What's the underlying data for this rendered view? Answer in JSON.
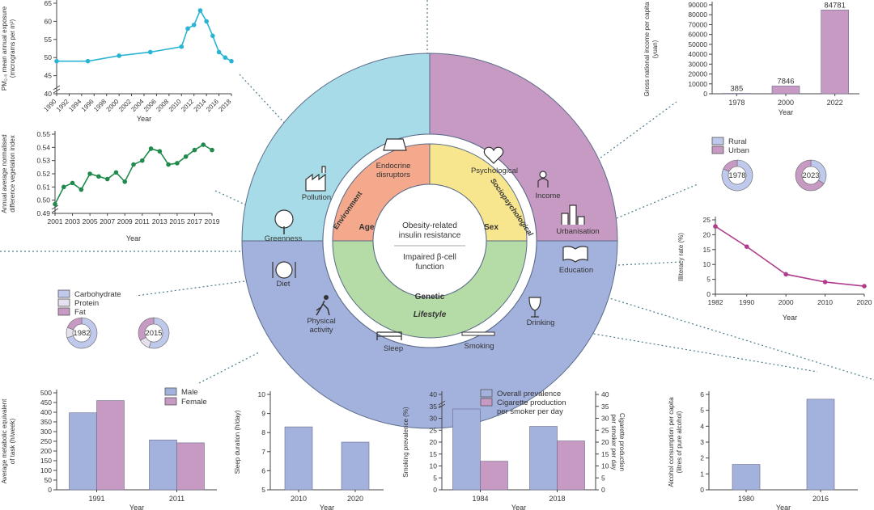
{
  "wheel": {
    "center_line1": "Obesity-related",
    "center_line2": "insulin resistance",
    "center_line3": "Impaired β-cell",
    "center_line4": "function",
    "inner": {
      "age": "Age",
      "sex": "Sex",
      "genetic": "Genetic"
    },
    "outer": {
      "environment": "Environment",
      "sociopsychological": "Sociopsychological",
      "lifestyle": "Lifestyle"
    },
    "items": {
      "endocrine1": "Endocrine",
      "endocrine2": "disruptors",
      "pollution": "Pollution",
      "greenness": "Greenness",
      "psychological": "Psychological",
      "income": "Income",
      "urbanisation": "Urbanisation",
      "education": "Education",
      "diet": "Diet",
      "physical1": "Physical",
      "physical2": "activity",
      "sleep": "Sleep",
      "smoking": "Smoking",
      "drinking": "Drinking"
    },
    "colors": {
      "environment": "#a8dbe8",
      "sociopsychological": "#c79ac4",
      "lifestyle": "#a3b1dd",
      "age": "#f4a98c",
      "sex": "#f8e68e",
      "genetic": "#b5dca6"
    }
  },
  "chart_data": [
    {
      "id": "pm25",
      "type": "line",
      "ylabel": "PM₂.₅ mean annual exposure",
      "ylabel2": "(micrograms per m³)",
      "xlabel": "Year",
      "x": [
        1990,
        1995,
        2000,
        2005,
        2010,
        2011,
        2012,
        2013,
        2014,
        2015,
        2016,
        2017,
        2018
      ],
      "y": [
        49,
        49,
        50.5,
        51.5,
        53,
        58,
        59,
        63,
        60,
        56,
        51.5,
        50,
        49
      ],
      "ylim": [
        40,
        65
      ],
      "yticks": [
        "40",
        "45",
        "50",
        "55",
        "60",
        "65"
      ],
      "color": "#2ab4d4"
    },
    {
      "id": "ndvi",
      "type": "line",
      "ylabel": "Annual average normalised",
      "ylabel2": "difference vegetation index",
      "xlabel": "Year",
      "x": [
        2001,
        2002,
        2003,
        2004,
        2005,
        2006,
        2007,
        2008,
        2009,
        2010,
        2011,
        2012,
        2013,
        2014,
        2015,
        2016,
        2017,
        2018,
        2019
      ],
      "y": [
        0.497,
        0.51,
        0.513,
        0.508,
        0.52,
        0.518,
        0.516,
        0.521,
        0.514,
        0.527,
        0.53,
        0.539,
        0.537,
        0.527,
        0.528,
        0.533,
        0.538,
        0.542,
        0.538
      ],
      "ylim": [
        0.49,
        0.55
      ],
      "yticks": [
        "0.49",
        "0.50",
        "0.51",
        "0.52",
        "0.53",
        "0.54",
        "0.55"
      ],
      "color": "#1f8a4c"
    },
    {
      "id": "income",
      "type": "bar",
      "ylabel": "Gross national income per capita",
      "ylabel2": "(yuan)",
      "xlabel": "Year",
      "categories": [
        "1978",
        "2000",
        "2022"
      ],
      "values": [
        385,
        7846,
        84781
      ],
      "value_labels": [
        "385",
        "7846",
        "84781"
      ],
      "ylim": [
        0,
        90000
      ],
      "yticks": [
        "0",
        "10000",
        "20000",
        "30000",
        "40000",
        "50000",
        "60000",
        "70000",
        "80000",
        "90000"
      ],
      "color": "#c79ac4"
    },
    {
      "id": "urban",
      "type": "pie",
      "legend": [
        "Rural",
        "Urban"
      ],
      "charts": [
        {
          "label": "1978",
          "values": [
            82,
            18
          ]
        },
        {
          "label": "2023",
          "values": [
            34,
            66
          ]
        }
      ],
      "colors": [
        "#bfc9ec",
        "#c79ac4"
      ]
    },
    {
      "id": "illiteracy",
      "type": "line",
      "ylabel": "Illiteracy rate (%)",
      "xlabel": "Year",
      "x": [
        1982,
        1990,
        2000,
        2010,
        2020
      ],
      "y": [
        22.8,
        16,
        6.7,
        4.1,
        2.7
      ],
      "ylim": [
        0,
        25
      ],
      "yticks": [
        "0",
        "5",
        "10",
        "15",
        "20",
        "25"
      ],
      "xticks": [
        "1982",
        "1990",
        "2000",
        "2010",
        "2020"
      ],
      "color": "#b03d8c"
    },
    {
      "id": "diet",
      "type": "pie",
      "legend": [
        "Carbohydrate",
        "Protein",
        "Fat"
      ],
      "charts": [
        {
          "label": "1982",
          "values": [
            70,
            11,
            19
          ]
        },
        {
          "label": "2015",
          "values": [
            55,
            12,
            33
          ]
        }
      ],
      "colors": [
        "#bfc9ec",
        "#e6e0ef",
        "#c79ac4"
      ]
    },
    {
      "id": "met",
      "type": "bar",
      "ylabel": "Average metabolic equivalent",
      "ylabel2": "of task (h/week)",
      "xlabel": "Year",
      "categories": [
        "1991",
        "2011"
      ],
      "series": [
        {
          "name": "Male",
          "values": [
            397,
            257
          ]
        },
        {
          "name": "Female",
          "values": [
            460,
            242
          ]
        }
      ],
      "ylim": [
        0,
        500
      ],
      "yticks": [
        "0",
        "50",
        "100",
        "150",
        "200",
        "250",
        "300",
        "350",
        "400",
        "450",
        "500"
      ],
      "colors": [
        "#a3b1dd",
        "#c79ac4"
      ]
    },
    {
      "id": "sleep",
      "type": "bar",
      "ylabel": "Sleep duration (h/day)",
      "xlabel": "Year",
      "categories": [
        "2010",
        "2020"
      ],
      "values": [
        8.3,
        7.5
      ],
      "ylim": [
        5,
        10
      ],
      "yticks": [
        "5",
        "6",
        "7",
        "8",
        "9",
        "10"
      ],
      "color": "#a3b1dd"
    },
    {
      "id": "smoking",
      "type": "bar",
      "ylabel": "Smoking prevalence (%)",
      "ylabel_right": "Cigarette production",
      "ylabel_right2": "per smoker per day",
      "xlabel": "Year",
      "categories": [
        "1984",
        "2018"
      ],
      "series": [
        {
          "name": "Overall prevalence",
          "values": [
            33.9,
            26.6
          ]
        },
        {
          "name": "Cigarette production",
          "name2": "per smoker per day",
          "values": [
            12,
            20.5
          ]
        }
      ],
      "ylim": [
        0,
        40
      ],
      "yticks": [
        "0",
        "5",
        "10",
        "15",
        "20",
        "25",
        "30",
        "35",
        "40"
      ],
      "yticks_right": [
        "0",
        "5",
        "10",
        "15",
        "20",
        "25",
        "30",
        "35",
        "40"
      ],
      "colors": [
        "#a3b1dd",
        "#c79ac4"
      ]
    },
    {
      "id": "alcohol",
      "type": "bar",
      "ylabel": "Alcohol consumption per capita",
      "ylabel2": "(litres of pure alcohol)",
      "xlabel": "Year",
      "categories": [
        "1980",
        "2016"
      ],
      "values": [
        1.6,
        5.7
      ],
      "ylim": [
        0,
        6
      ],
      "yticks": [
        "0",
        "1",
        "2",
        "3",
        "4",
        "5",
        "6"
      ],
      "color": "#a3b1dd"
    }
  ]
}
